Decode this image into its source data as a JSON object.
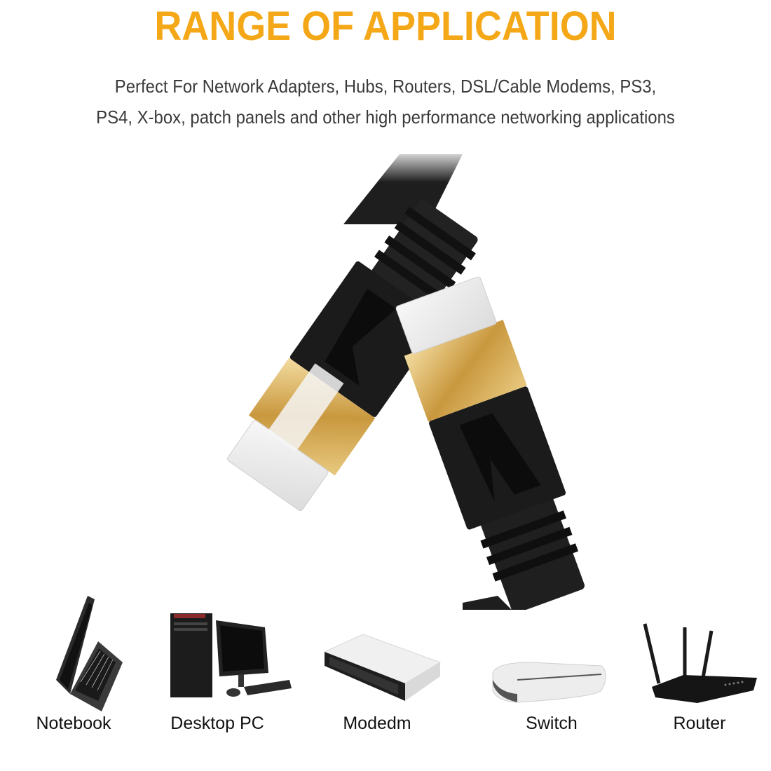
{
  "header": {
    "title": "RANGE OF APPLICATION",
    "subtitle_line1": "Perfect For Network Adapters, Hubs, Routers, DSL/Cable Modems, PS3,",
    "subtitle_line2": "PS4, X-box, patch panels and other high performance networking applications"
  },
  "product": {
    "name": "flat-ethernet-cable-rj45",
    "icon": "ethernet-cable-icon"
  },
  "devices": [
    {
      "label": "Notebook",
      "icon": "laptop-icon"
    },
    {
      "label": "Desktop PC",
      "icon": "desktop-pc-icon"
    },
    {
      "label": "Modedm",
      "icon": "modem-icon"
    },
    {
      "label": "Switch",
      "icon": "switch-icon"
    },
    {
      "label": "Router",
      "icon": "router-icon"
    }
  ],
  "colors": {
    "title": "#f5a817",
    "text": "#3a3a3a",
    "cable": "#1a1a1a",
    "gold": "#d9b062"
  }
}
